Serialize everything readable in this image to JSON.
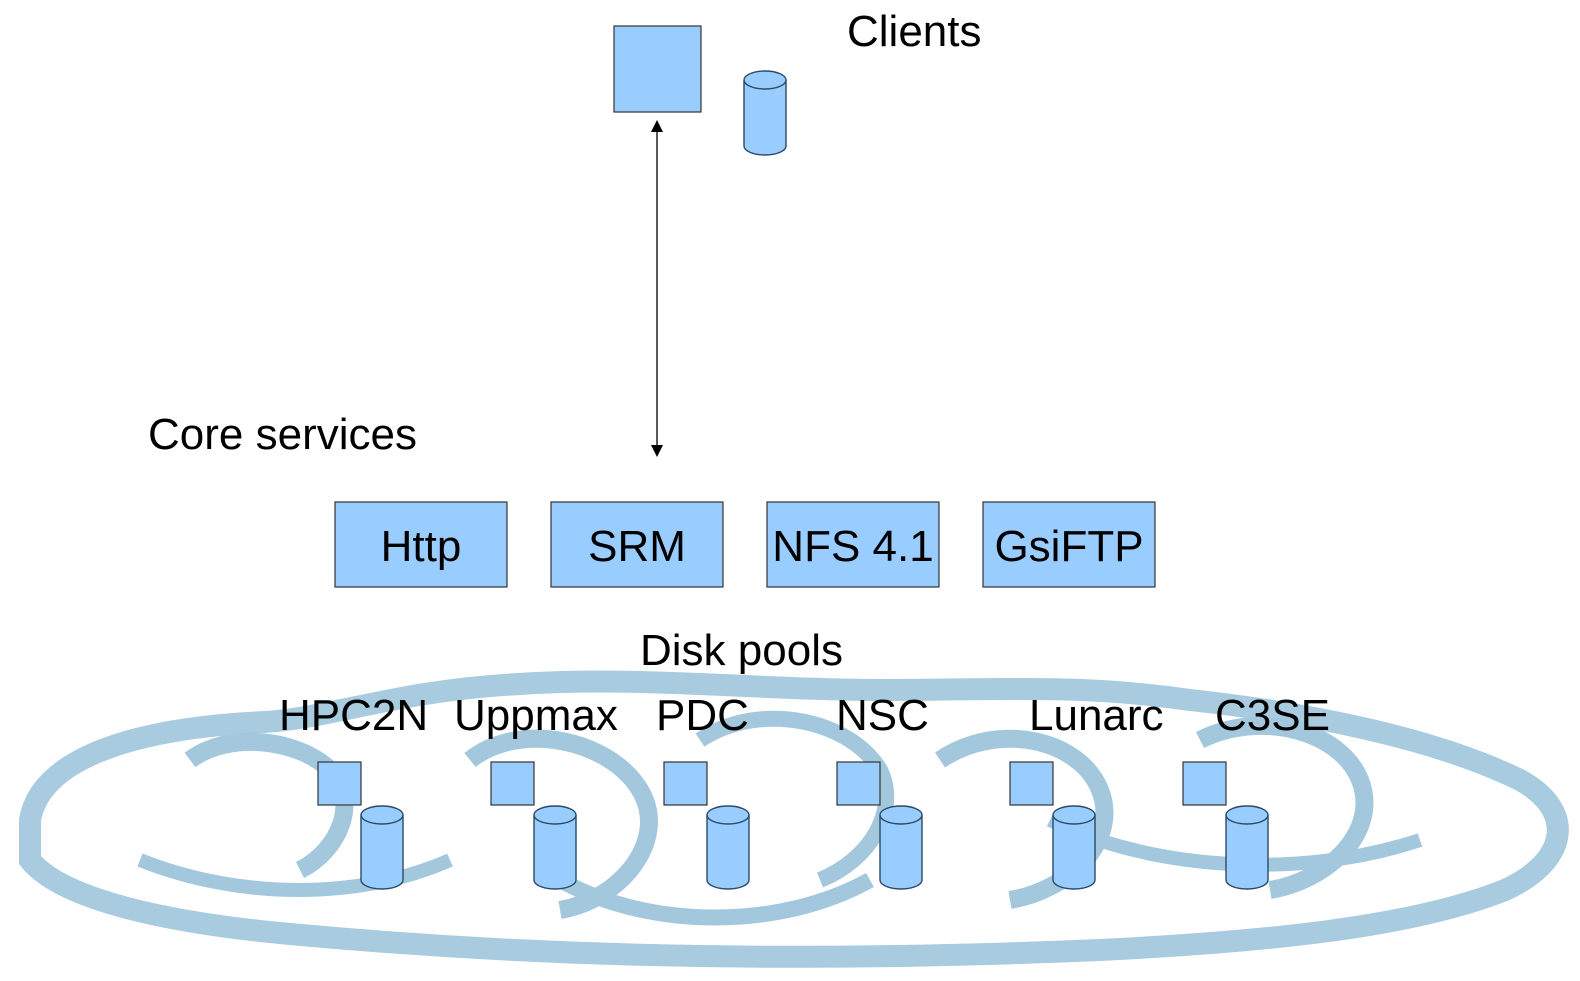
{
  "labels": {
    "clients": "Clients",
    "core_services": "Core services",
    "disk_pools": "Disk pools"
  },
  "services": [
    "Http",
    "SRM",
    "NFS 4.1",
    "GsiFTP"
  ],
  "sites": [
    "HPC2N",
    "Uppmax",
    "PDC",
    "NSC",
    "Lunarc",
    "C3SE"
  ],
  "colors": {
    "node_fill": "#99ccff",
    "cloud_stroke": "#a3c8dd",
    "outline": "#333333"
  }
}
